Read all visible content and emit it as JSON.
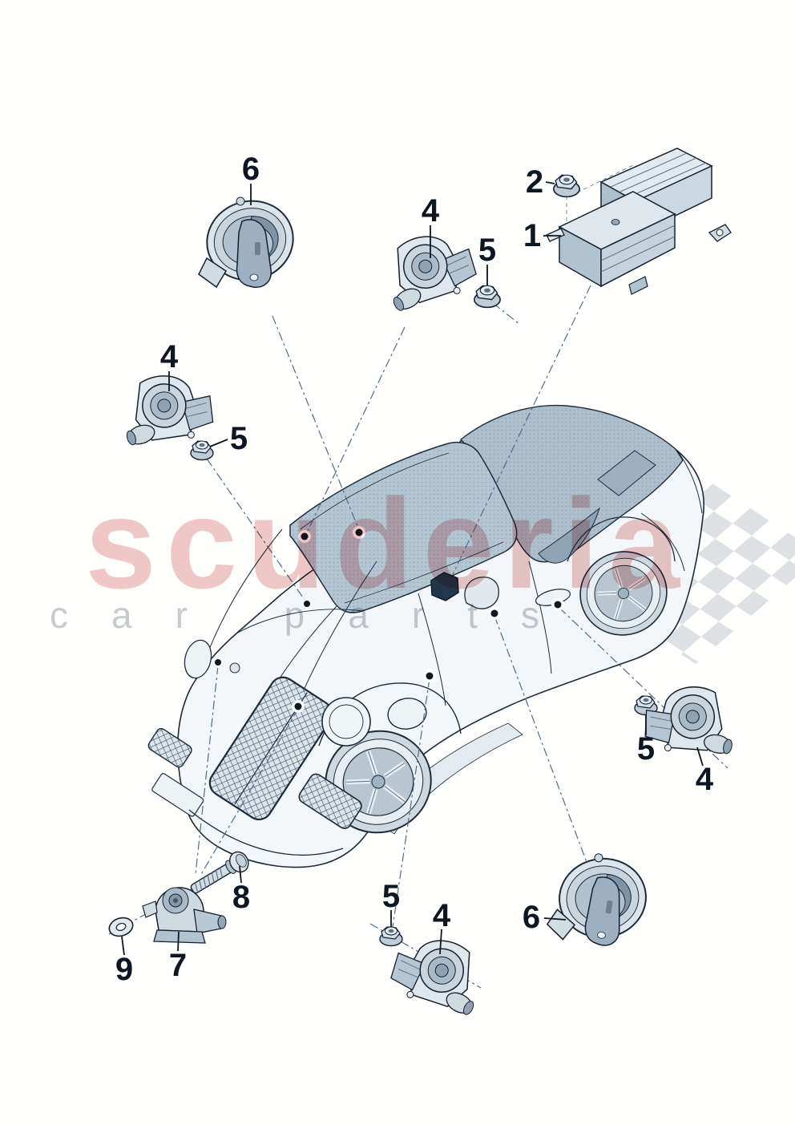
{
  "watermark": {
    "brand": "scuderia",
    "tagline": "car parts"
  },
  "colors": {
    "line_art": "#1c2b3a",
    "watermark_red": "#eec7c7",
    "watermark_grey": "#c9cdd1",
    "flag_grey": "#dcdfe2",
    "glass_blue": "#b5c6d3"
  },
  "callouts": [
    {
      "label": "6",
      "part": "alarm-horn-front"
    },
    {
      "label": "4",
      "part": "crash-sensor-windscreen"
    },
    {
      "label": "5",
      "part": "hex-nut"
    },
    {
      "label": "2",
      "part": "hex-nut-control-unit"
    },
    {
      "label": "1",
      "part": "airbag-control-unit"
    },
    {
      "label": "4",
      "part": "crash-sensor-left"
    },
    {
      "label": "5",
      "part": "hex-nut"
    },
    {
      "label": "5",
      "part": "hex-nut"
    },
    {
      "label": "4",
      "part": "crash-sensor-right"
    },
    {
      "label": "8",
      "part": "bolt"
    },
    {
      "label": "7",
      "part": "impact-sensor-front"
    },
    {
      "label": "9",
      "part": "washer"
    },
    {
      "label": "5",
      "part": "hex-nut"
    },
    {
      "label": "4",
      "part": "crash-sensor-sill"
    },
    {
      "label": "6",
      "part": "alarm-horn-rear"
    }
  ]
}
